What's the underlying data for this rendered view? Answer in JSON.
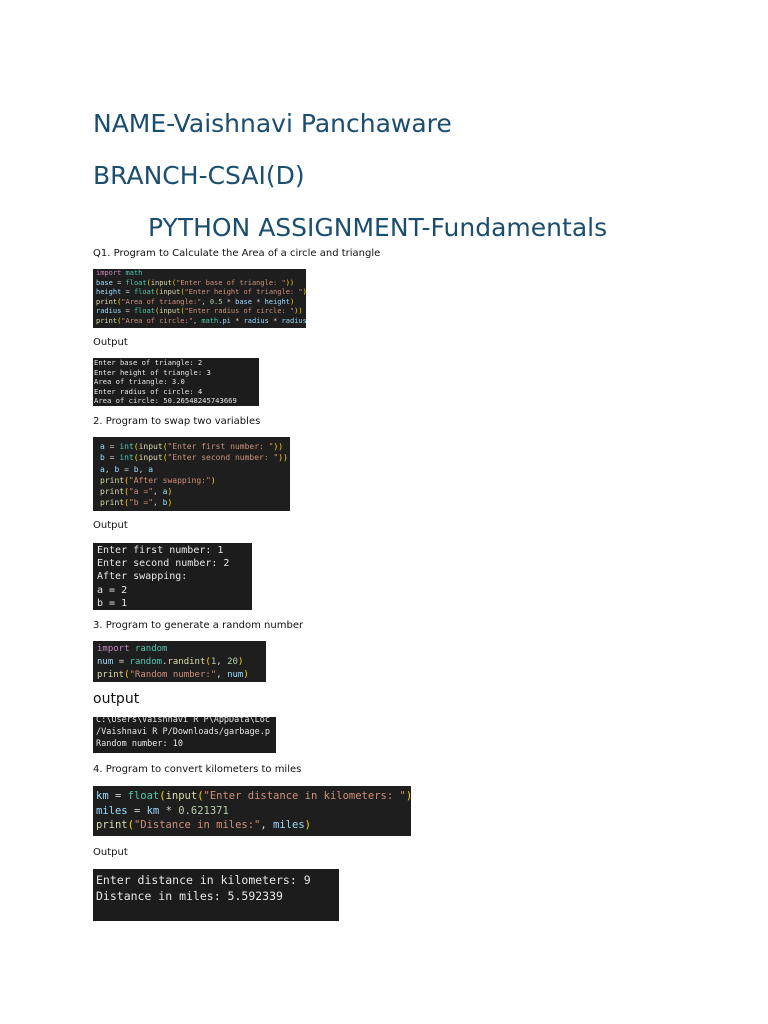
{
  "header": {
    "name": "NAME-Vaishnavi Panchaware",
    "branch": "BRANCH-CSAI(D)",
    "title": "PYTHON ASSIGNMENT-Fundamentals"
  },
  "q1": {
    "heading": "Q1. Program to Calculate the Area of a circle and triangle",
    "output_label": "Output",
    "output_lines": [
      "Enter base of triangle: 2",
      "Enter height of triangle: 3",
      "Area of triangle: 3.0",
      "Enter radius of circle: 4",
      "Area of circle: 50.26548245743669"
    ]
  },
  "q2": {
    "heading": "2. Program to swap two variables",
    "output_label": "Output",
    "output_lines": [
      "Enter first number: 1",
      "Enter second number: 2",
      "After swapping:",
      "a = 2",
      "b = 1"
    ]
  },
  "q3": {
    "heading": "3. Program to generate a random number",
    "output_label": "output",
    "output_lines": [
      "C:\\Users\\Vaishnavi R P\\AppData\\Loc",
      "/Vaishnavi R P/Downloads/garbage.p",
      "Random number: 10"
    ]
  },
  "q4": {
    "heading": "4. Program to convert kilometers to miles",
    "output_label": "Output",
    "output_lines": [
      "Enter distance in kilometers: 9",
      "Distance in miles: 5.592339"
    ]
  }
}
